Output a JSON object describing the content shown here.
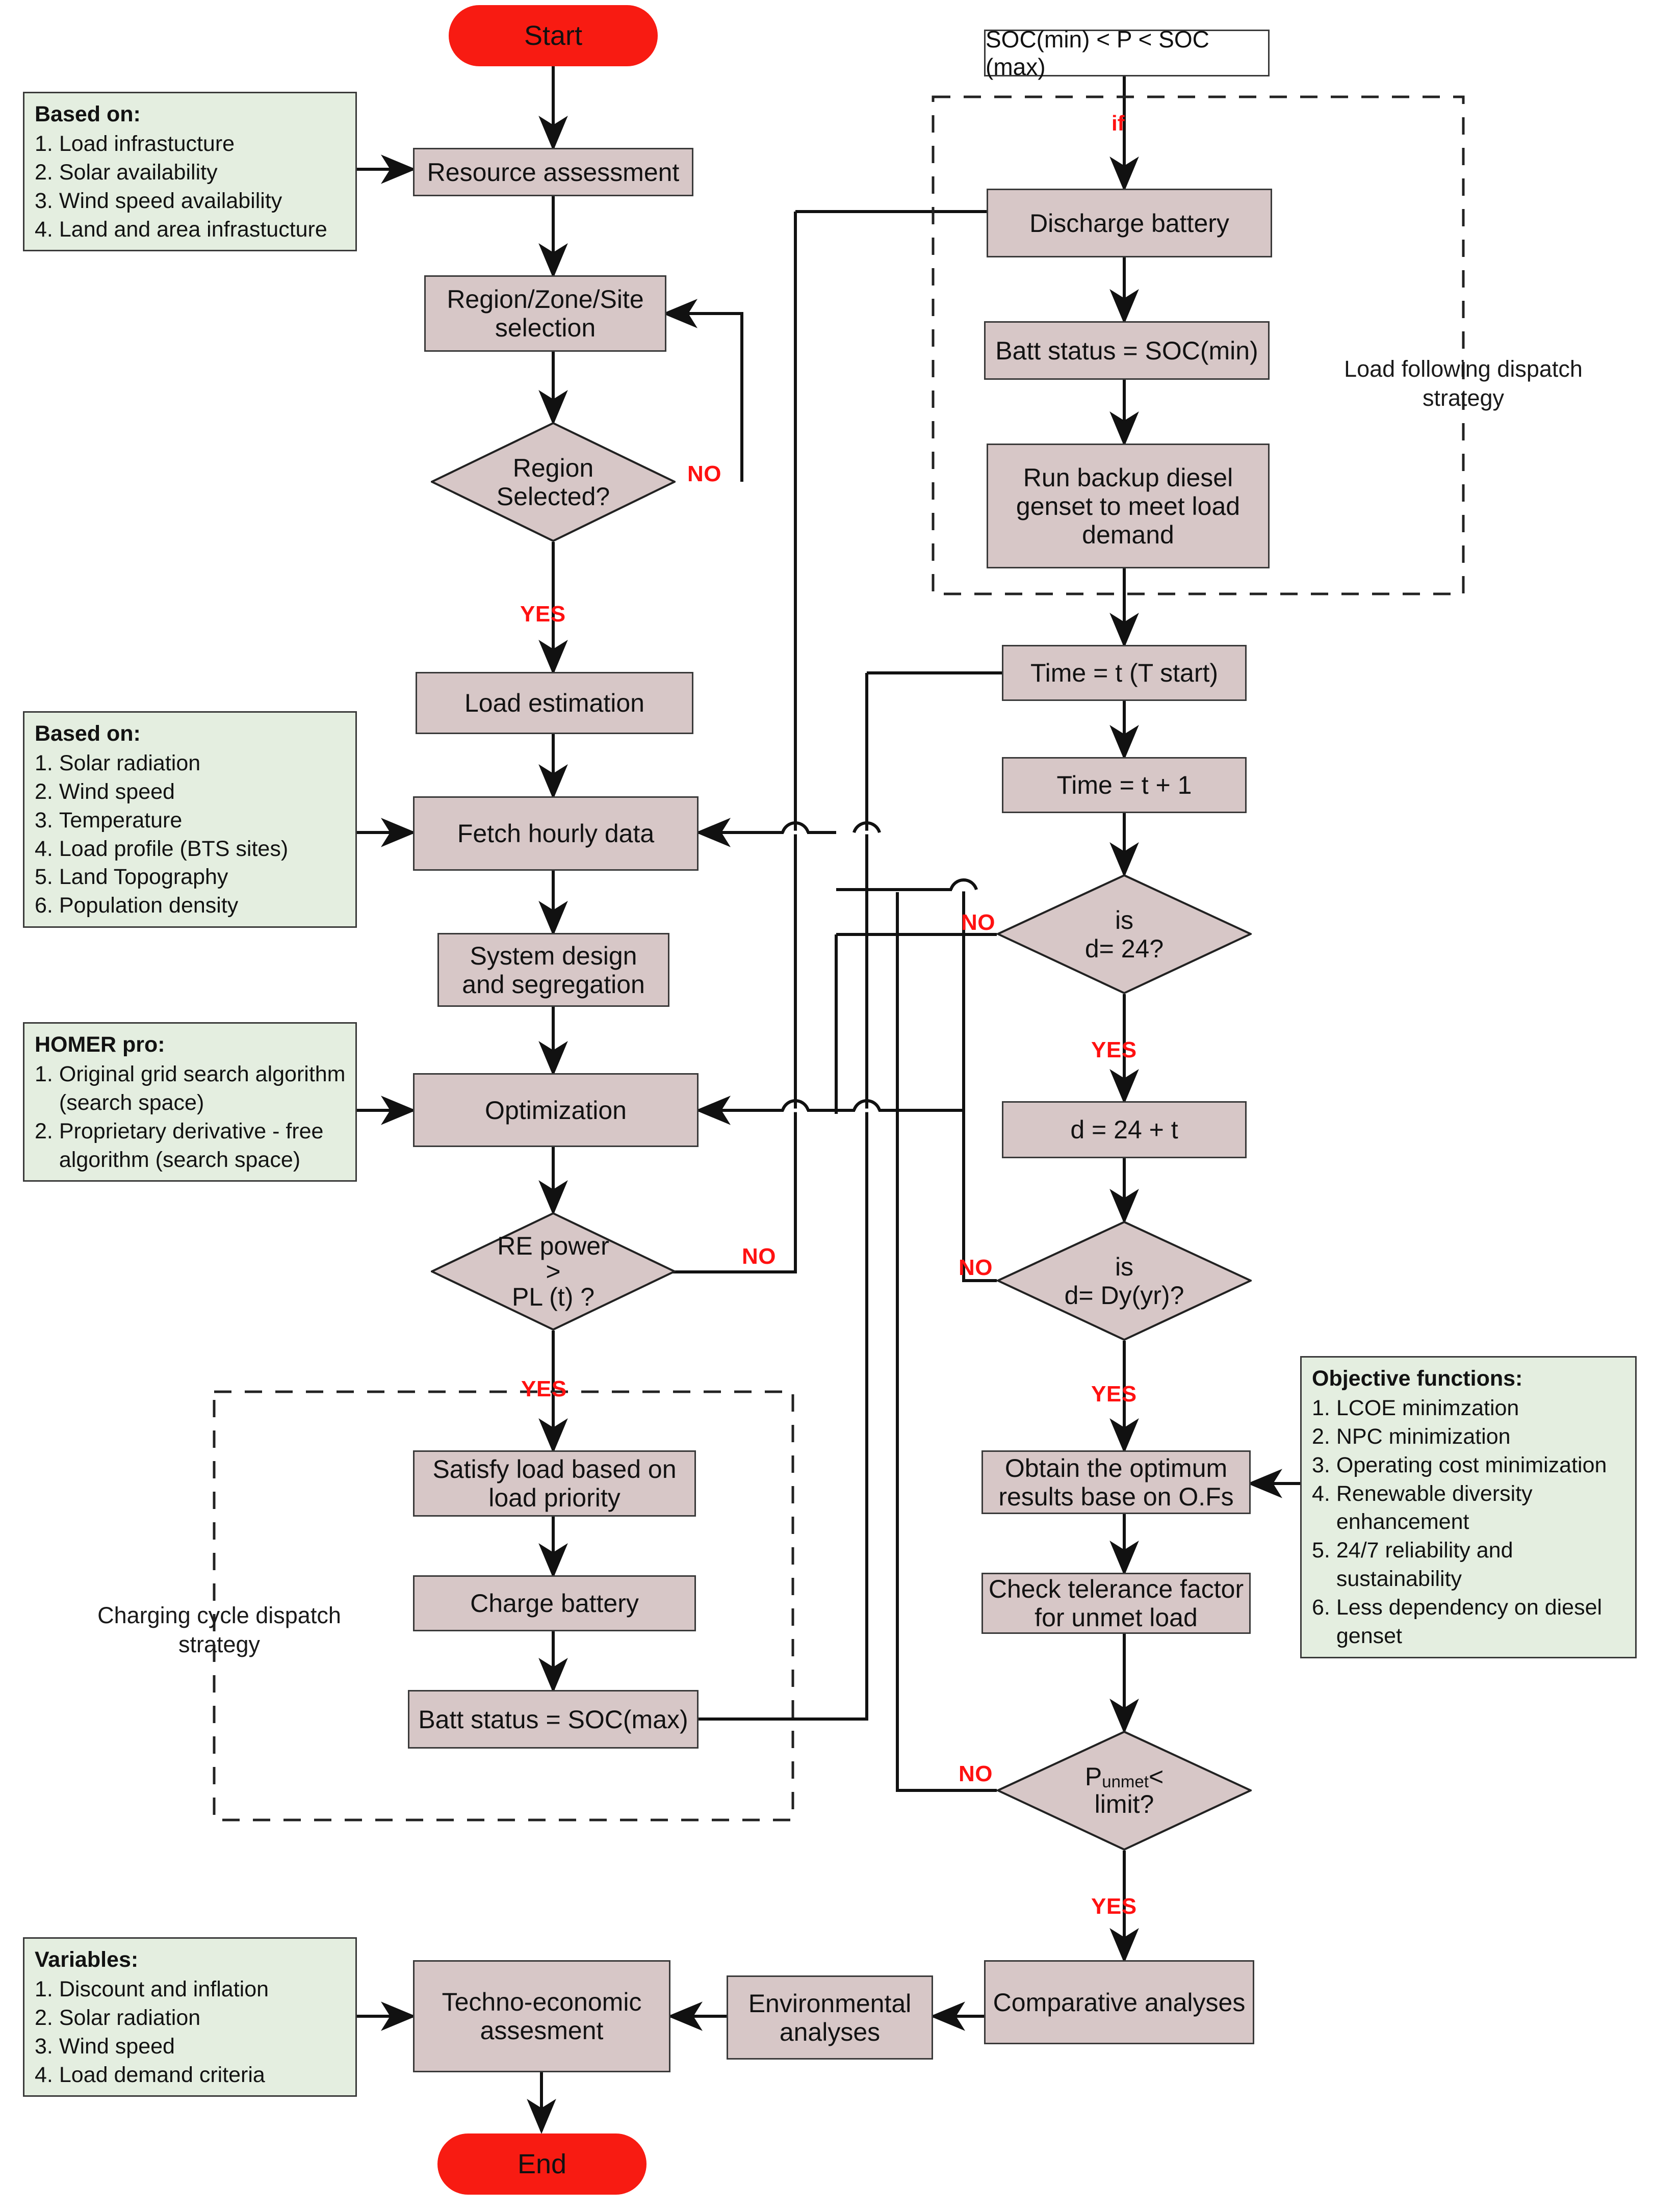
{
  "diagram": {
    "title": "Techno-economic optimization flowchart",
    "colors": {
      "process_fill": "#D7C7C7",
      "terminator_fill": "#F81B12",
      "note_fill": "#E4EEE0",
      "stroke": "#3a3a3a",
      "decision_label": "#FF1111"
    }
  },
  "terminators": {
    "start": "Start",
    "end": "End"
  },
  "left_column": {
    "resource_assessment": "Resource assessment",
    "region_zone_site": "Region/Zone/Site\nselection",
    "region_selected": "Region\nSelected?",
    "load_estimation": "Load estimation",
    "fetch_hourly_data": "Fetch hourly data",
    "system_design": "System design\nand segregation",
    "optimization": "Optimization",
    "re_power": "RE power\n>\nPL (t) ?",
    "satisfy_load": "Satisfy load based on\nload priority",
    "charge_battery": "Charge battery",
    "batt_status_max": "Batt status = SOC(max)",
    "techno_economic": "Techno-economic\nassesment",
    "environmental": "Environmental\nanalyses"
  },
  "right_column": {
    "soc_condition": "SOC(min) < P < SOC (max)",
    "if_label": "if",
    "discharge_battery": "Discharge battery",
    "batt_status_min": "Batt status = SOC(min)",
    "run_backup": "Run backup diesel\ngenset to meet load\ndemand",
    "time_t_start": "Time = t (T start)",
    "time_t_plus_1": "Time = t + 1",
    "is_d_24": "is\nd= 24?",
    "d_24_plus_t": "d = 24 + t",
    "is_d_dy": "is\nd= Dy(yr)?",
    "obtain_optimum": "Obtain the optimum\nresults  base on O.Fs",
    "check_tolerance": "Check telerance factor\nfor unmet load",
    "punmet_limit_p": "P",
    "punmet_limit_sub": "unmet",
    "punmet_limit_rest": "<\nlimit?",
    "comparative": "Comparative analyses"
  },
  "strategy_labels": {
    "load_following": "Load following dispatch\nstrategy",
    "charging_cycle": "Charging cycle dispatch\nstrategy"
  },
  "edge_labels": {
    "no": "NO",
    "yes": "YES"
  },
  "notes": {
    "based_on_resource": {
      "header": "Based on:",
      "items": [
        {
          "num": "1.",
          "txt": "Load infrastucture"
        },
        {
          "num": "2.",
          "txt": "Solar availability"
        },
        {
          "num": "3.",
          "txt": "Wind speed availability"
        },
        {
          "num": "4.",
          "txt": "Land and area infrastucture"
        }
      ]
    },
    "based_on_data": {
      "header": "Based on:",
      "items": [
        {
          "num": "1.",
          "txt": "Solar radiation"
        },
        {
          "num": "2.",
          "txt": "Wind speed"
        },
        {
          "num": "3.",
          "txt": "Temperature"
        },
        {
          "num": "4.",
          "txt": "Load profile (BTS sites)"
        },
        {
          "num": "5.",
          "txt": "Land Topography"
        },
        {
          "num": "6.",
          "txt": "Population density"
        }
      ]
    },
    "homer_pro": {
      "header": "HOMER pro:",
      "items": [
        {
          "num": "1.",
          "txt": "Original grid search algorithm (search space)"
        },
        {
          "num": "2.",
          "txt": "Proprietary derivative - free algorithm (search space)"
        }
      ]
    },
    "objective_functions": {
      "header": "Objective functions:",
      "items": [
        {
          "num": "1.",
          "txt": "LCOE minimzation"
        },
        {
          "num": "2.",
          "txt": "NPC minimization"
        },
        {
          "num": "3.",
          "txt": "Operating cost minimization"
        },
        {
          "num": "4.",
          "txt": "Renewable diversity enhancement"
        },
        {
          "num": "5.",
          "txt": "24/7 reliability and sustainability"
        },
        {
          "num": "6.",
          "txt": "Less dependency on diesel genset"
        }
      ]
    },
    "variables": {
      "header": "Variables:",
      "items": [
        {
          "num": "1.",
          "txt": "Discount and inflation"
        },
        {
          "num": "2.",
          "txt": "Solar radiation"
        },
        {
          "num": "3.",
          "txt": "Wind speed"
        },
        {
          "num": "4.",
          "txt": "Load demand criteria"
        }
      ]
    }
  }
}
